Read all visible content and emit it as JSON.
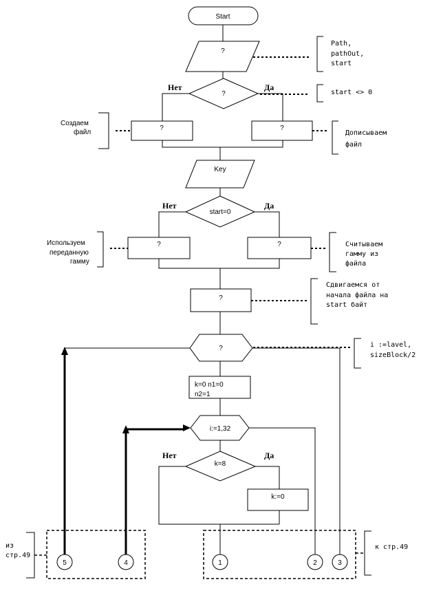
{
  "start": "Start",
  "io1": "?",
  "params": [
    "Path,",
    "pathOut,",
    "start"
  ],
  "d1": {
    "text": "?",
    "no": "Нет",
    "yes": "Да",
    "note": "start <> 0"
  },
  "p_left1": "?",
  "p_right1": "?",
  "note_create": [
    "Создаем",
    "файл"
  ],
  "note_append": [
    "Дописываем",
    "файл"
  ],
  "io_key": "Key",
  "d2": {
    "text": "start=0",
    "no": "Нет",
    "yes": "Да"
  },
  "p_left2": "?",
  "p_right2": "?",
  "note_use": [
    "Используем",
    "переданную",
    "гамму"
  ],
  "note_read": [
    "Считываем",
    "гамму из",
    "файла"
  ],
  "p_mid": "?",
  "note_shift": [
    "Сдвигаемся от",
    "начала файла на",
    "start байт"
  ],
  "loop1": {
    "text": "?",
    "note": [
      "i :=lavel,",
      "sizeBlock/2"
    ]
  },
  "init": [
    "k=0 n1=0",
    "n2=1"
  ],
  "loop2": {
    "text": "i:=1,32"
  },
  "d3": {
    "text": "k=8",
    "no": "Нет",
    "yes": "Да"
  },
  "p_k0": "k:=0",
  "conn": {
    "c5": "5",
    "c4": "4",
    "c1": "1",
    "c2": "2",
    "c3": "3"
  },
  "from_page": [
    "из",
    "стр.49"
  ],
  "to_page": "к стр.49"
}
